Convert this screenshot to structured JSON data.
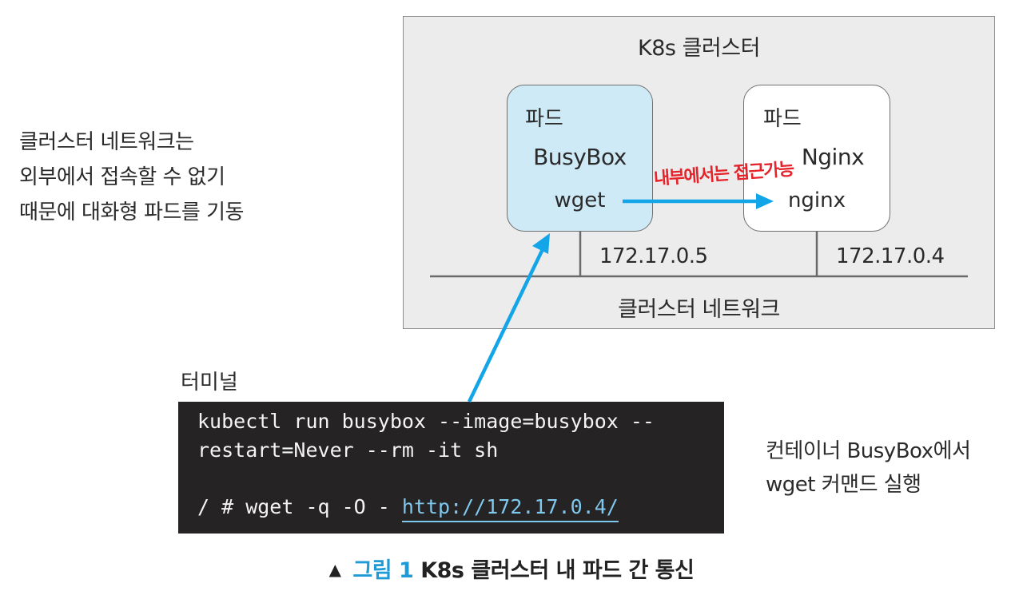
{
  "cluster": {
    "title": "K8s 클러스터",
    "network_label": "클러스터 네트워크"
  },
  "pods": {
    "busybox": {
      "label": "파드",
      "name": "BusyBox",
      "process": "wget",
      "ip": "172.17.0.5",
      "fill_color": "#cfeaf7"
    },
    "nginx": {
      "label": "파드",
      "name": "Nginx",
      "process": "nginx",
      "ip": "172.17.0.4",
      "fill_color": "#ffffff"
    }
  },
  "annotation": {
    "handwritten_note": "내부에서는 접근가능",
    "note_color": "#e4232a"
  },
  "left_note": {
    "lines": [
      "클러스터 네트워크는",
      "외부에서 접속할 수 없기",
      "때문에 대화형 파드를 기동"
    ]
  },
  "terminal": {
    "label": "터미널",
    "lines": [
      "kubectl run busybox --image=busybox --",
      "restart=Never --rm -it sh"
    ],
    "prompt": "/ # wget -q -O - ",
    "url": "http://172.17.0.4/"
  },
  "right_note": {
    "lines": [
      "컨테이너 BusyBox에서",
      "wget 커맨드 실행"
    ]
  },
  "caption": {
    "marker": "▲",
    "figure_no": "그림 1",
    "text": "K8s 클러스터 내 파드 간 통신"
  },
  "colors": {
    "arrow": "#12a5e8",
    "cluster_bg": "#ececec",
    "terminal_bg": "#252323",
    "caption_accent": "#1e9ad6"
  }
}
